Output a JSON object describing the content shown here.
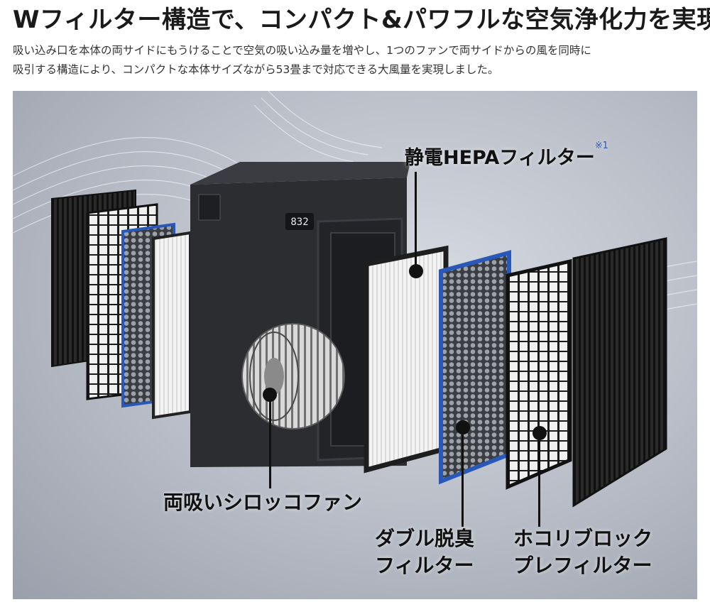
{
  "header": {
    "title": "Wフィルター構造で、コンパクト&パワフルな空気浄化力を実現",
    "description_line1": "吸い込み口を本体の両サイドにもうけることで空気の吸い込み量を増やし、1つのファンで両サイドからの風を同時に",
    "description_line2": "吸引する構造により、コンパクトな本体サイズながら53畳まで対応できる大風量を実現しました。"
  },
  "figure": {
    "device_display": "832",
    "labels": {
      "hepa": "静電HEPAフィルター",
      "hepa_note": "※1",
      "fan": "両吸いシロッコファン",
      "deodorize_line1": "ダブル脱臭",
      "deodorize_line2": "フィルター",
      "prefilter_line1": "ホコリブロック",
      "prefilter_line2": "プレフィルター"
    },
    "colors": {
      "accent_blue": "#2a58b8",
      "body_dark": "#2b2d31"
    }
  }
}
